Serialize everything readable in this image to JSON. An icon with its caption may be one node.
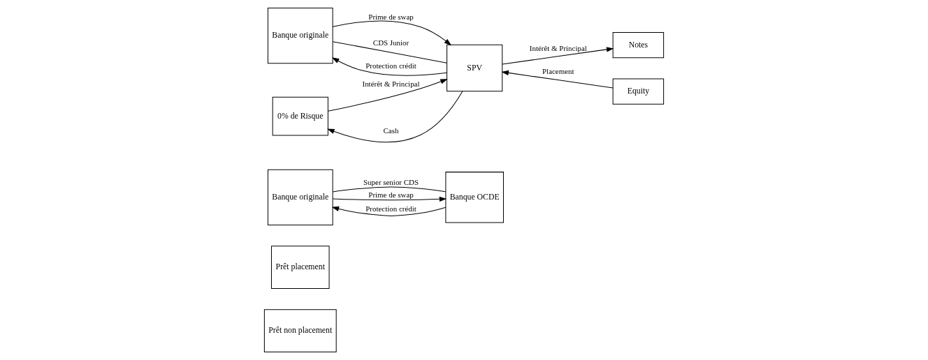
{
  "diagram": {
    "nodes": [
      {
        "text": [
          "Prêt non placement"
        ]
      },
      {
        "text": [
          "Prêt placement"
        ]
      },
      {
        "text": [
          "Banque originale"
        ]
      },
      {
        "text": [
          "Banque originale"
        ]
      },
      {
        "text": [
          "Banque OCDE"
        ]
      },
      {
        "text": [
          "0% de Risque"
        ]
      },
      {
        "text": [
          "SPV"
        ]
      },
      {
        "text": [
          "Notes"
        ]
      },
      {
        "text": [
          "Equity"
        ]
      }
    ],
    "edges": [
      {
        "from": 2,
        "to": 4,
        "arrow": "none",
        "label": "Super senior CDS"
      },
      {
        "from": 2,
        "to": 4,
        "arrow": "to",
        "label": "Prime de swap"
      },
      {
        "from": 4,
        "to": 2,
        "arrow": "to",
        "label": "Protection crédit"
      },
      {
        "from": 6,
        "to": 5,
        "arrow": "to",
        "label": "Cash"
      },
      {
        "from": 5,
        "to": 6,
        "arrow": "to",
        "label": "Intérêt & Principal"
      },
      {
        "from": 3,
        "to": 6,
        "arrow": "to",
        "label": "Prime de swap"
      },
      {
        "from": 6,
        "to": 3,
        "arrow": "to",
        "label": "Protection crédit"
      },
      {
        "from": 3,
        "to": 6,
        "arrow": "none",
        "label": "CDS Junior"
      },
      {
        "from": 6,
        "to": 7,
        "arrow": "to",
        "label": "Intérêt & Principal"
      },
      {
        "from": 8,
        "to": 6,
        "arrow": "to",
        "label": "Placement"
      }
    ]
  }
}
